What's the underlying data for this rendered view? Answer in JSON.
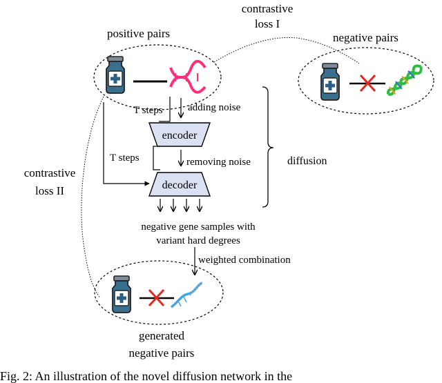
{
  "labels": {
    "positive_pairs": "positive pairs",
    "negative_pairs": "negative pairs",
    "contrastive_loss_1_line1": "contrastive",
    "contrastive_loss_1_line2": "loss I",
    "contrastive_loss_2_line1": "contrastive",
    "contrastive_loss_2_line2": "loss II",
    "t_steps_top": "T steps",
    "adding_noise": "adding noise",
    "encoder": "encoder",
    "t_steps_mid": "T steps",
    "removing_noise": "removing noise",
    "decoder": "decoder",
    "diffusion": "diffusion",
    "neg_samples_line1": "negative gene samples with",
    "neg_samples_line2": "variant hard degrees",
    "weighted_combination": "weighted combination",
    "generated_line1": "generated",
    "generated_line2": "negative pairs",
    "caption": "Fig. 2: An illustration of the novel diffusion network in the"
  },
  "icons": {
    "drug_vial": "medicine-vial-icon",
    "dna_pink": "dna-helix-icon",
    "dna_green": "dna-helix-icon",
    "dna_blue": "dna-strand-icon",
    "cross": "red-cross-icon"
  },
  "colors": {
    "vial_cap": "#8a96a6",
    "vial_body": "#3b6f8f",
    "vial_label": "#2c5e86",
    "box_fill": "#d9e1f2",
    "dna_pink": "#ff2f7a",
    "dna_green": "#2ebd3f",
    "dna_blue": "#45a3e3",
    "cross": "#e8261d"
  }
}
